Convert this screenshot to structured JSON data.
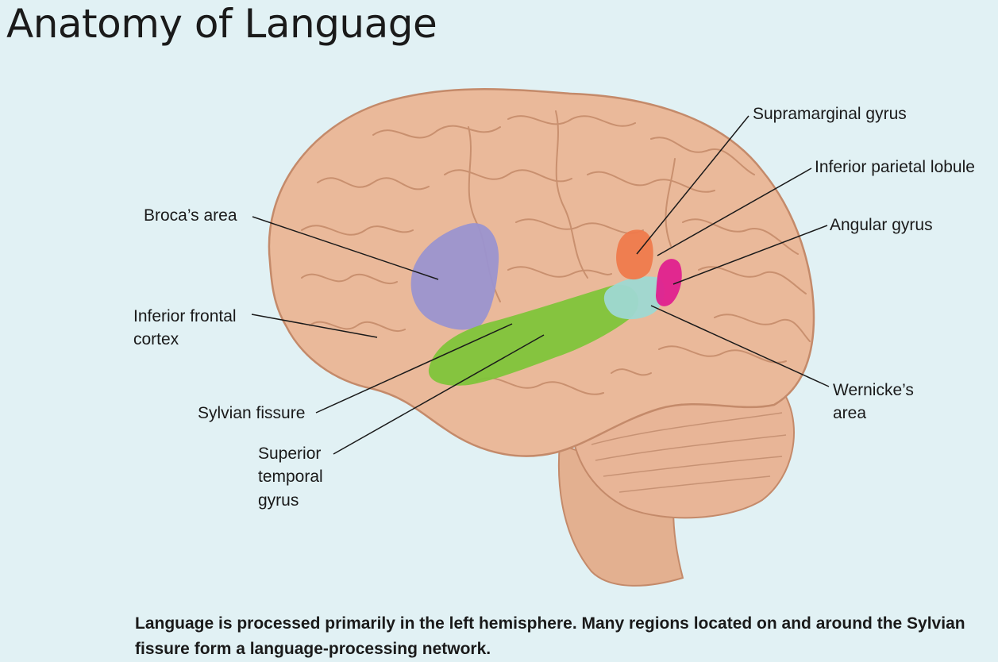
{
  "title": "Anatomy of Language",
  "colors": {
    "background": "#e1f1f4",
    "brain": "#eab99a",
    "broca": "#9b93cf",
    "sylvian_green": "#7fc43a",
    "wernicke": "#9ed8d2",
    "supramarginal": "#ef7a4c",
    "angular": "#e0208e"
  },
  "labels": {
    "supramarginal": "Supramarginal gyrus",
    "inferior_parietal": "Inferior parietal lobule",
    "angular": "Angular gyrus",
    "broca": "Broca’s area",
    "inferior_frontal_1": "Inferior frontal",
    "inferior_frontal_2": "cortex",
    "sylvian": "Sylvian fissure",
    "superior_temporal_1": "Superior",
    "superior_temporal_2": "temporal",
    "superior_temporal_3": "gyrus",
    "wernicke_1": "Wernicke’s",
    "wernicke_2": "area"
  },
  "caption": "Language is processed primarily in the left hemisphere. Many regions located on and around the Sylvian fissure form a language-processing network."
}
